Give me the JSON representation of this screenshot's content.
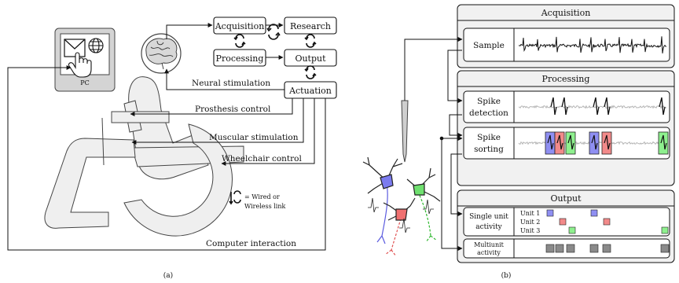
{
  "panel_a": {
    "caption": "(a)",
    "pc": {
      "label": "PC",
      "icons": [
        "envelope-icon",
        "globe-icon",
        "hand-pointer-icon"
      ]
    },
    "blocks": {
      "acquisition": "Acquisition",
      "research": "Research",
      "processing": "Processing",
      "output": "Output",
      "actuation": "Actuation"
    },
    "control_labels": {
      "neural_stimulation": "Neural stimulation",
      "prosthesis_control": "Prosthesis control",
      "muscular_stimulation": "Muscular stimulation",
      "wheelchair_control": "Wheelchair control",
      "computer_interaction": "Computer interaction"
    },
    "legend": {
      "icon": "wired-wireless-link-icon",
      "line1": "= Wired or",
      "line2": "Wireless link"
    },
    "figure_icons": [
      "brain-icon",
      "wheelchair-user-icon"
    ]
  },
  "panel_b": {
    "caption": "(b)",
    "sections": {
      "acquisition": "Acquisition",
      "processing": "Processing",
      "output": "Output"
    },
    "rows": {
      "sample": "Sample",
      "spike_detection": [
        "Spike",
        "detection"
      ],
      "spike_sorting": [
        "Spike",
        "sorting"
      ],
      "single_unit": [
        "Single unit",
        "activity"
      ],
      "multiunit": [
        "Multiunit",
        "activity"
      ]
    },
    "units": [
      "Unit 1",
      "Unit 2",
      "Unit 3"
    ],
    "colors": {
      "unit1": "#8f8ff2",
      "unit2": "#f28a8a",
      "unit3": "#8ef08e",
      "multiunit": "#8a8a8a"
    },
    "figure_icons": [
      "electrode-icon",
      "neurons-icon"
    ]
  }
}
